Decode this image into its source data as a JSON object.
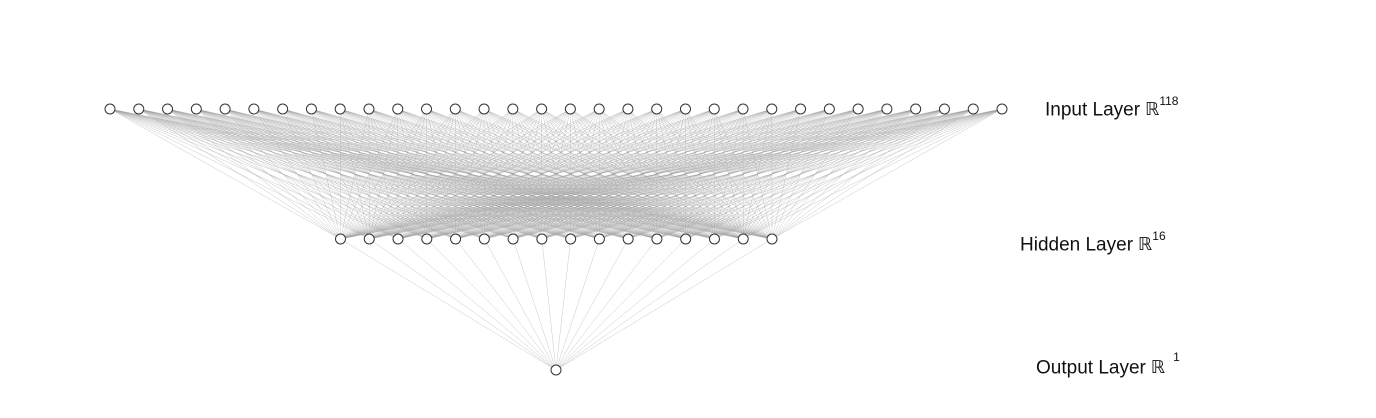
{
  "layers": [
    {
      "id": "input",
      "name": "Input Layer",
      "space_symbol": "ℝ",
      "dimension": "118",
      "nodes_drawn": 32
    },
    {
      "id": "hidden",
      "name": "Hidden Layer",
      "space_symbol": "ℝ",
      "dimension": "16",
      "nodes_drawn": 16
    },
    {
      "id": "output",
      "name": "Output Layer",
      "space_symbol": "ℝ",
      "dimension": "1",
      "nodes_drawn": 1
    }
  ],
  "colors": {
    "node_fill": "#ffffff",
    "node_stroke": "#333333",
    "edge": "#9a9a9a",
    "text": "#111111"
  }
}
